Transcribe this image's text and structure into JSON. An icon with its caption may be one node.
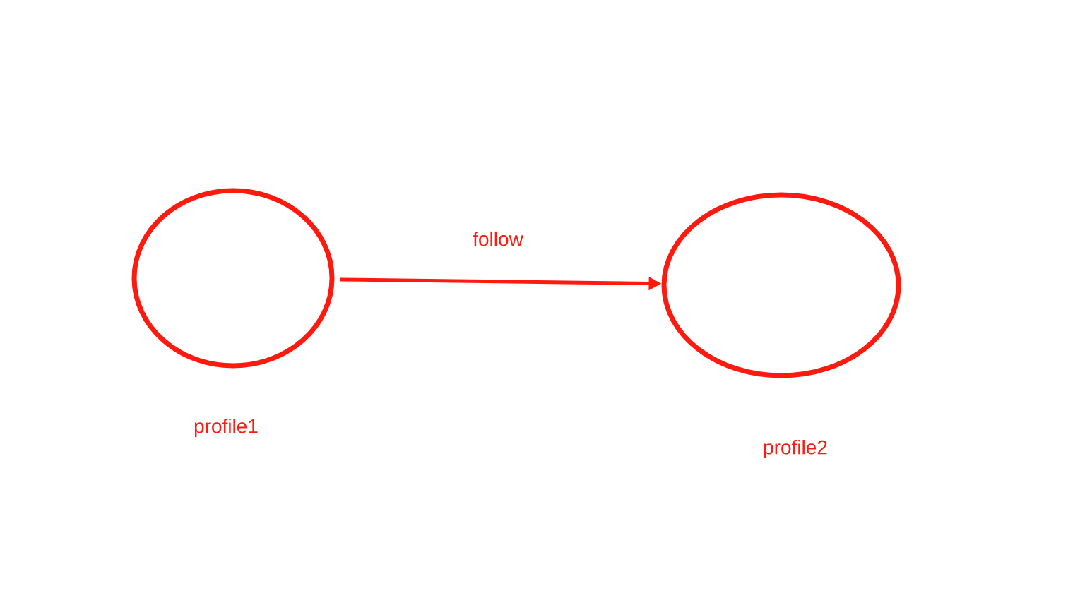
{
  "diagram": {
    "nodes": [
      {
        "text": [],
        "shape": "circle",
        "beside": [
          "profile1"
        ]
      },
      {
        "text": [],
        "shape": "circle",
        "beside": [
          "profile2"
        ]
      }
    ],
    "edges": [
      {
        "from": 0,
        "to": 1,
        "arrow": "to",
        "label": "follow"
      }
    ]
  }
}
